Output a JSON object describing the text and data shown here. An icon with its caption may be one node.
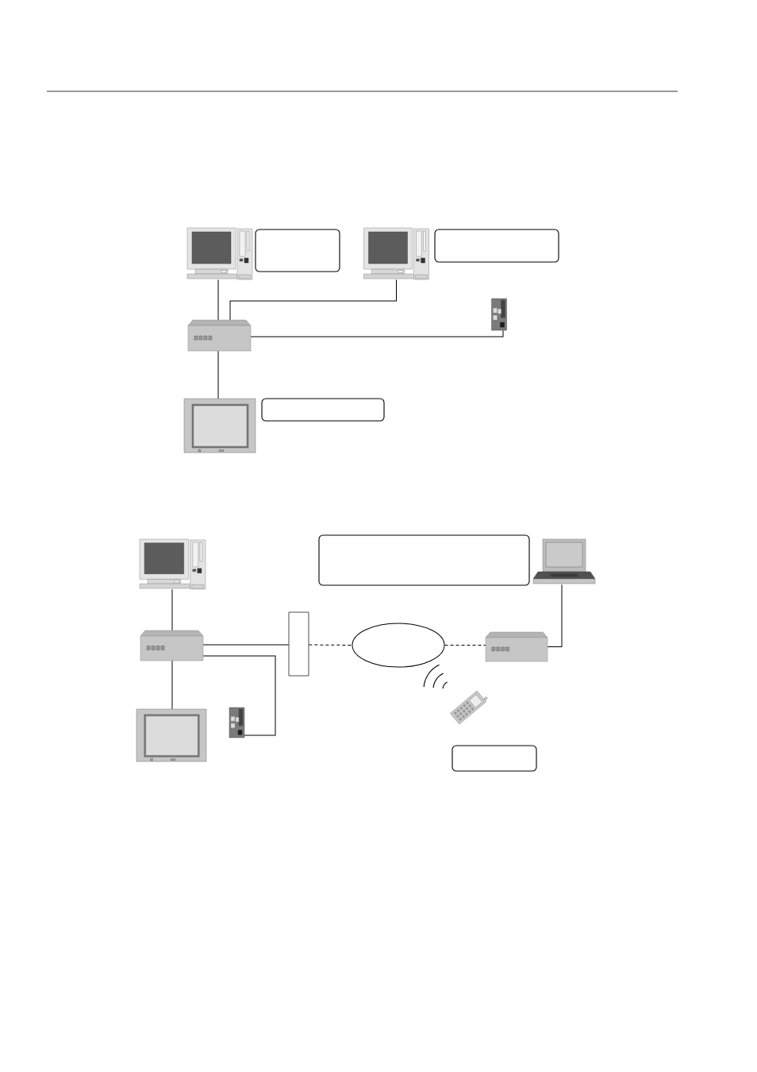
{
  "diagram": {
    "nodes": [
      {
        "text": [],
        "shape": "picture"
      },
      {
        "text": [],
        "shape": "box"
      },
      {
        "text": [],
        "shape": "picture"
      },
      {
        "text": [],
        "shape": "box"
      },
      {
        "text": [],
        "shape": "picture"
      },
      {
        "text": [],
        "shape": "picture"
      },
      {
        "text": [],
        "shape": "picture"
      },
      {
        "text": [],
        "shape": "box"
      },
      {
        "text": [],
        "shape": "picture"
      },
      {
        "text": [],
        "shape": "box"
      },
      {
        "text": [],
        "shape": "picture"
      },
      {
        "text": [],
        "shape": "picture"
      },
      {
        "text": [],
        "shape": "box"
      },
      {
        "text": [],
        "shape": "ellipse"
      },
      {
        "text": [],
        "shape": "picture"
      },
      {
        "text": [],
        "shape": "picture"
      },
      {
        "text": [],
        "shape": "picture"
      },
      {
        "text": [],
        "shape": "picture"
      },
      {
        "text": [],
        "shape": "box"
      }
    ],
    "edges": [
      {
        "from": 0,
        "to": 5,
        "arrow": "none"
      },
      {
        "from": 2,
        "to": 5,
        "arrow": "none"
      },
      {
        "from": 5,
        "to": 4,
        "arrow": "none"
      },
      {
        "from": 5,
        "to": 6,
        "arrow": "none"
      },
      {
        "from": 8,
        "to": 11,
        "arrow": "none"
      },
      {
        "from": 11,
        "to": 12,
        "arrow": "none"
      },
      {
        "from": 11,
        "to": 16,
        "arrow": "none"
      },
      {
        "from": 11,
        "to": 15,
        "arrow": "none"
      },
      {
        "from": 12,
        "to": 13,
        "arrow": "none",
        "style": "dashed"
      },
      {
        "from": 13,
        "to": 14,
        "arrow": "none",
        "style": "dashed"
      },
      {
        "from": 14,
        "to": 10,
        "arrow": "none"
      }
    ]
  }
}
